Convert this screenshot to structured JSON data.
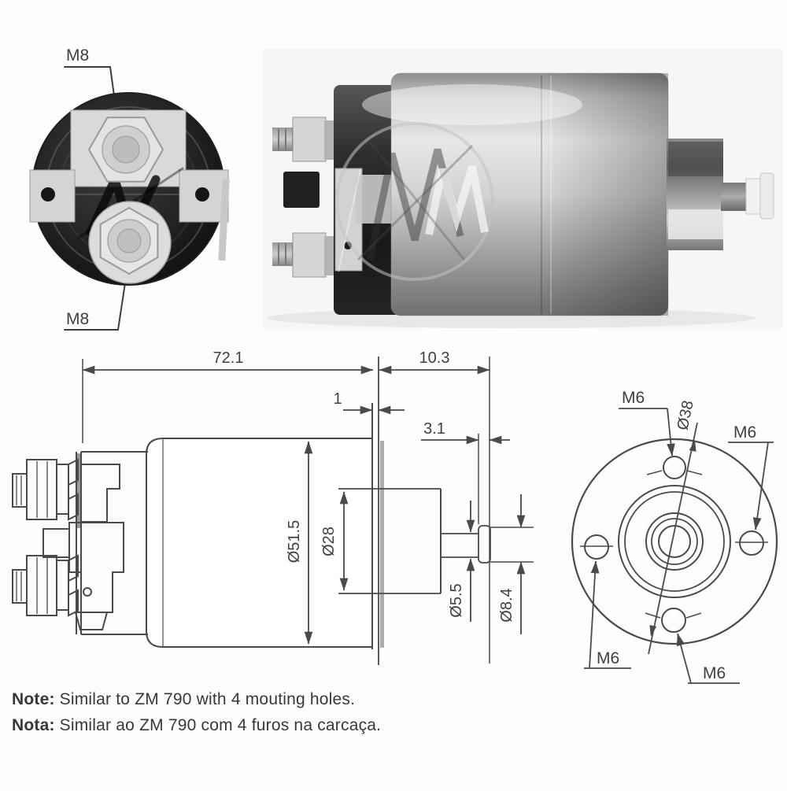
{
  "front_view": {
    "terminal_top_label": "M8",
    "terminal_bottom_label": "M8"
  },
  "side_drawing": {
    "dim_total_length": "72.1",
    "dim_nose_length": "10.3",
    "dim_flange_thickness": "1",
    "dim_tip_length": "3.1",
    "dim_body_diameter": "Ø51.5",
    "dim_boss_diameter": "Ø28",
    "dim_shaft_diameter": "Ø5.5",
    "dim_tip_diameter": "Ø8.4"
  },
  "rear_view": {
    "bolt_circle_diameter": "Ø38",
    "hole_labels": [
      "M6",
      "M6",
      "M6",
      "M6"
    ]
  },
  "notes": [
    {
      "label": "Note:",
      "text": "Similar to ZM 790 with 4 mouting holes."
    },
    {
      "label": "Nota:",
      "text": "Similar ao ZM 790 com 4 furos na carcaça."
    }
  ],
  "colors": {
    "line": "#4a4a4a",
    "text": "#3f3f3f",
    "background": "#fdfdfd"
  }
}
